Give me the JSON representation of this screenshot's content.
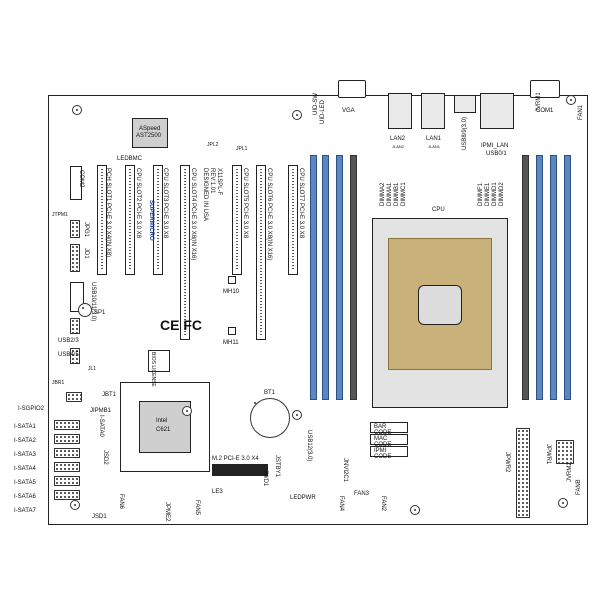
{
  "board": {
    "model_lines": [
      "X11SPL-F",
      "REV:1.01",
      "DESIGNED IN USA"
    ],
    "brand": "SUPERMICRO"
  },
  "chips": {
    "bmc_vendor": "ASpeed",
    "bmc_model": "AST2500",
    "pch_vendor": "Intel",
    "pch_model": "C621",
    "cpu": "CPU"
  },
  "rear_io": {
    "vga": "VGA",
    "uid": "UID-SW",
    "uid_led": "UID-LED",
    "lan2": "LAN2",
    "lan2_sub": "JLAN2",
    "lan1": "LAN1",
    "lan1_sub": "JLAN1",
    "usb89": "USB8/9(3.0)",
    "ipmi_lan": "IPMI_LAN",
    "usb01": "USB0/1",
    "com1": "COM1"
  },
  "slots": [
    "PCH SLOT1 PCI-E 3.0 X4(IN X8)",
    "CPU SLOT2 PCI-E 3.0 X8",
    "CPU SLOT3 PCI-E 3.0 X8",
    "CPU SLOT4 PCI-E 3.0 X8(IN X16)",
    "CPU SLOT5 PCI-E 3.0 X8",
    "CPU SLOT6 PCI-E 3.0 X8(IN X16)",
    "CPU SLOT7 PCI-E 3.0 X8"
  ],
  "dimms_left": [
    "DIMMA2",
    "DIMMA1",
    "DIMMB1",
    "DIMMC1"
  ],
  "dimms_right": [
    "DIMMF1",
    "DIMME1",
    "DIMMD1",
    "DIMMD2"
  ],
  "labels": {
    "ledbmc": "LEDBMC",
    "jpl2": "JPL2",
    "jpl1": "JPL1",
    "com2": "COM2",
    "jtpm1": "JTPM1",
    "jpg1": "JPG1",
    "jd1": "JD1",
    "usb1011": "USB10/11(3.0)",
    "sp1": "SP1",
    "usb23": "USB2/3",
    "usb45": "USB4/5",
    "jl1": "JL1",
    "jbr1": "JBR1",
    "sgpio2": "I-SGPIO2",
    "jipmb1": "JIPMB1",
    "jbt1": "JBT1",
    "isata0": "I-SATA0",
    "isata1": "I-SATA1",
    "isata2": "I-SATA2",
    "isata3": "I-SATA3",
    "isata4": "I-SATA4",
    "isata5": "I-SATA5",
    "isata6": "I-SATA6",
    "isata7": "I-SATA7",
    "jsd1": "JSD1",
    "jsd2": "JSD2",
    "fan6": "FAN6",
    "fan5": "FAN5",
    "fan4": "FAN4",
    "fan3": "FAN3",
    "fan2": "FAN2",
    "fan1": "FAN1",
    "jpme2": "JPME2",
    "mh10": "MH10",
    "mh11": "MH11",
    "m2": "M.2 PCI-E 3.0 X4",
    "le3": "LE3",
    "bt1": "BT1",
    "usb12": "USB12(3.0)",
    "ledpwr": "LEDPWR",
    "jwd1": "JWD1",
    "jpwr1": "JPWR1",
    "jpwr2": "JPWR2",
    "jvrm1": "JVRM1",
    "jvrm2": "JVRM2",
    "bios_license": "BIOS LICENSE",
    "bar_code": "BAR CODE",
    "mac_code": "MAC CODE",
    "ipmi_code": "IPMI CODE",
    "jnvi2c1": "JNVI2C1",
    "jstby1": "JSTBY1",
    "fanb": "FANB"
  }
}
